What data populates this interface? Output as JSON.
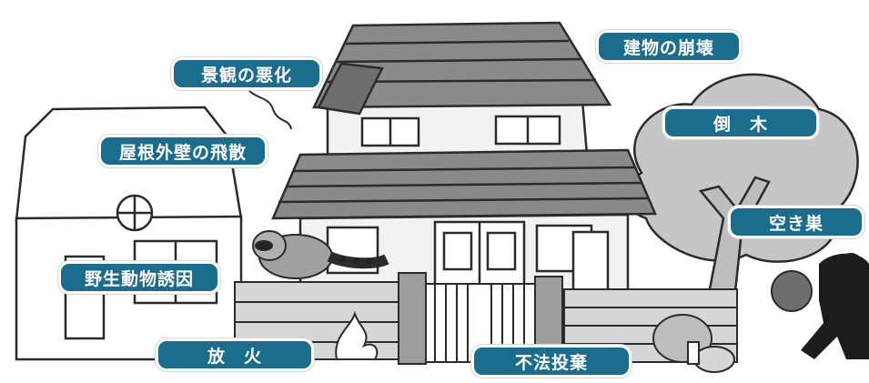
{
  "labels": {
    "building_collapse": "建物の崩壊",
    "scenery_deterioration": "景観の悪化",
    "fallen_tree": "倒　木",
    "roof_wall_scatter": "屋根外壁の飛散",
    "vacant_burglary": "空き巣",
    "wild_animal_attraction": "野生動物誘因",
    "arson": "放　火",
    "illegal_dumping": "不法投棄"
  },
  "colors": {
    "label_bg": "#1a6d8c",
    "label_text": "#ffffff",
    "line": "#2b2b2b",
    "roof": "#8a8a8a",
    "wall": "#f2f2f2",
    "tree": "#bdbdbd"
  }
}
